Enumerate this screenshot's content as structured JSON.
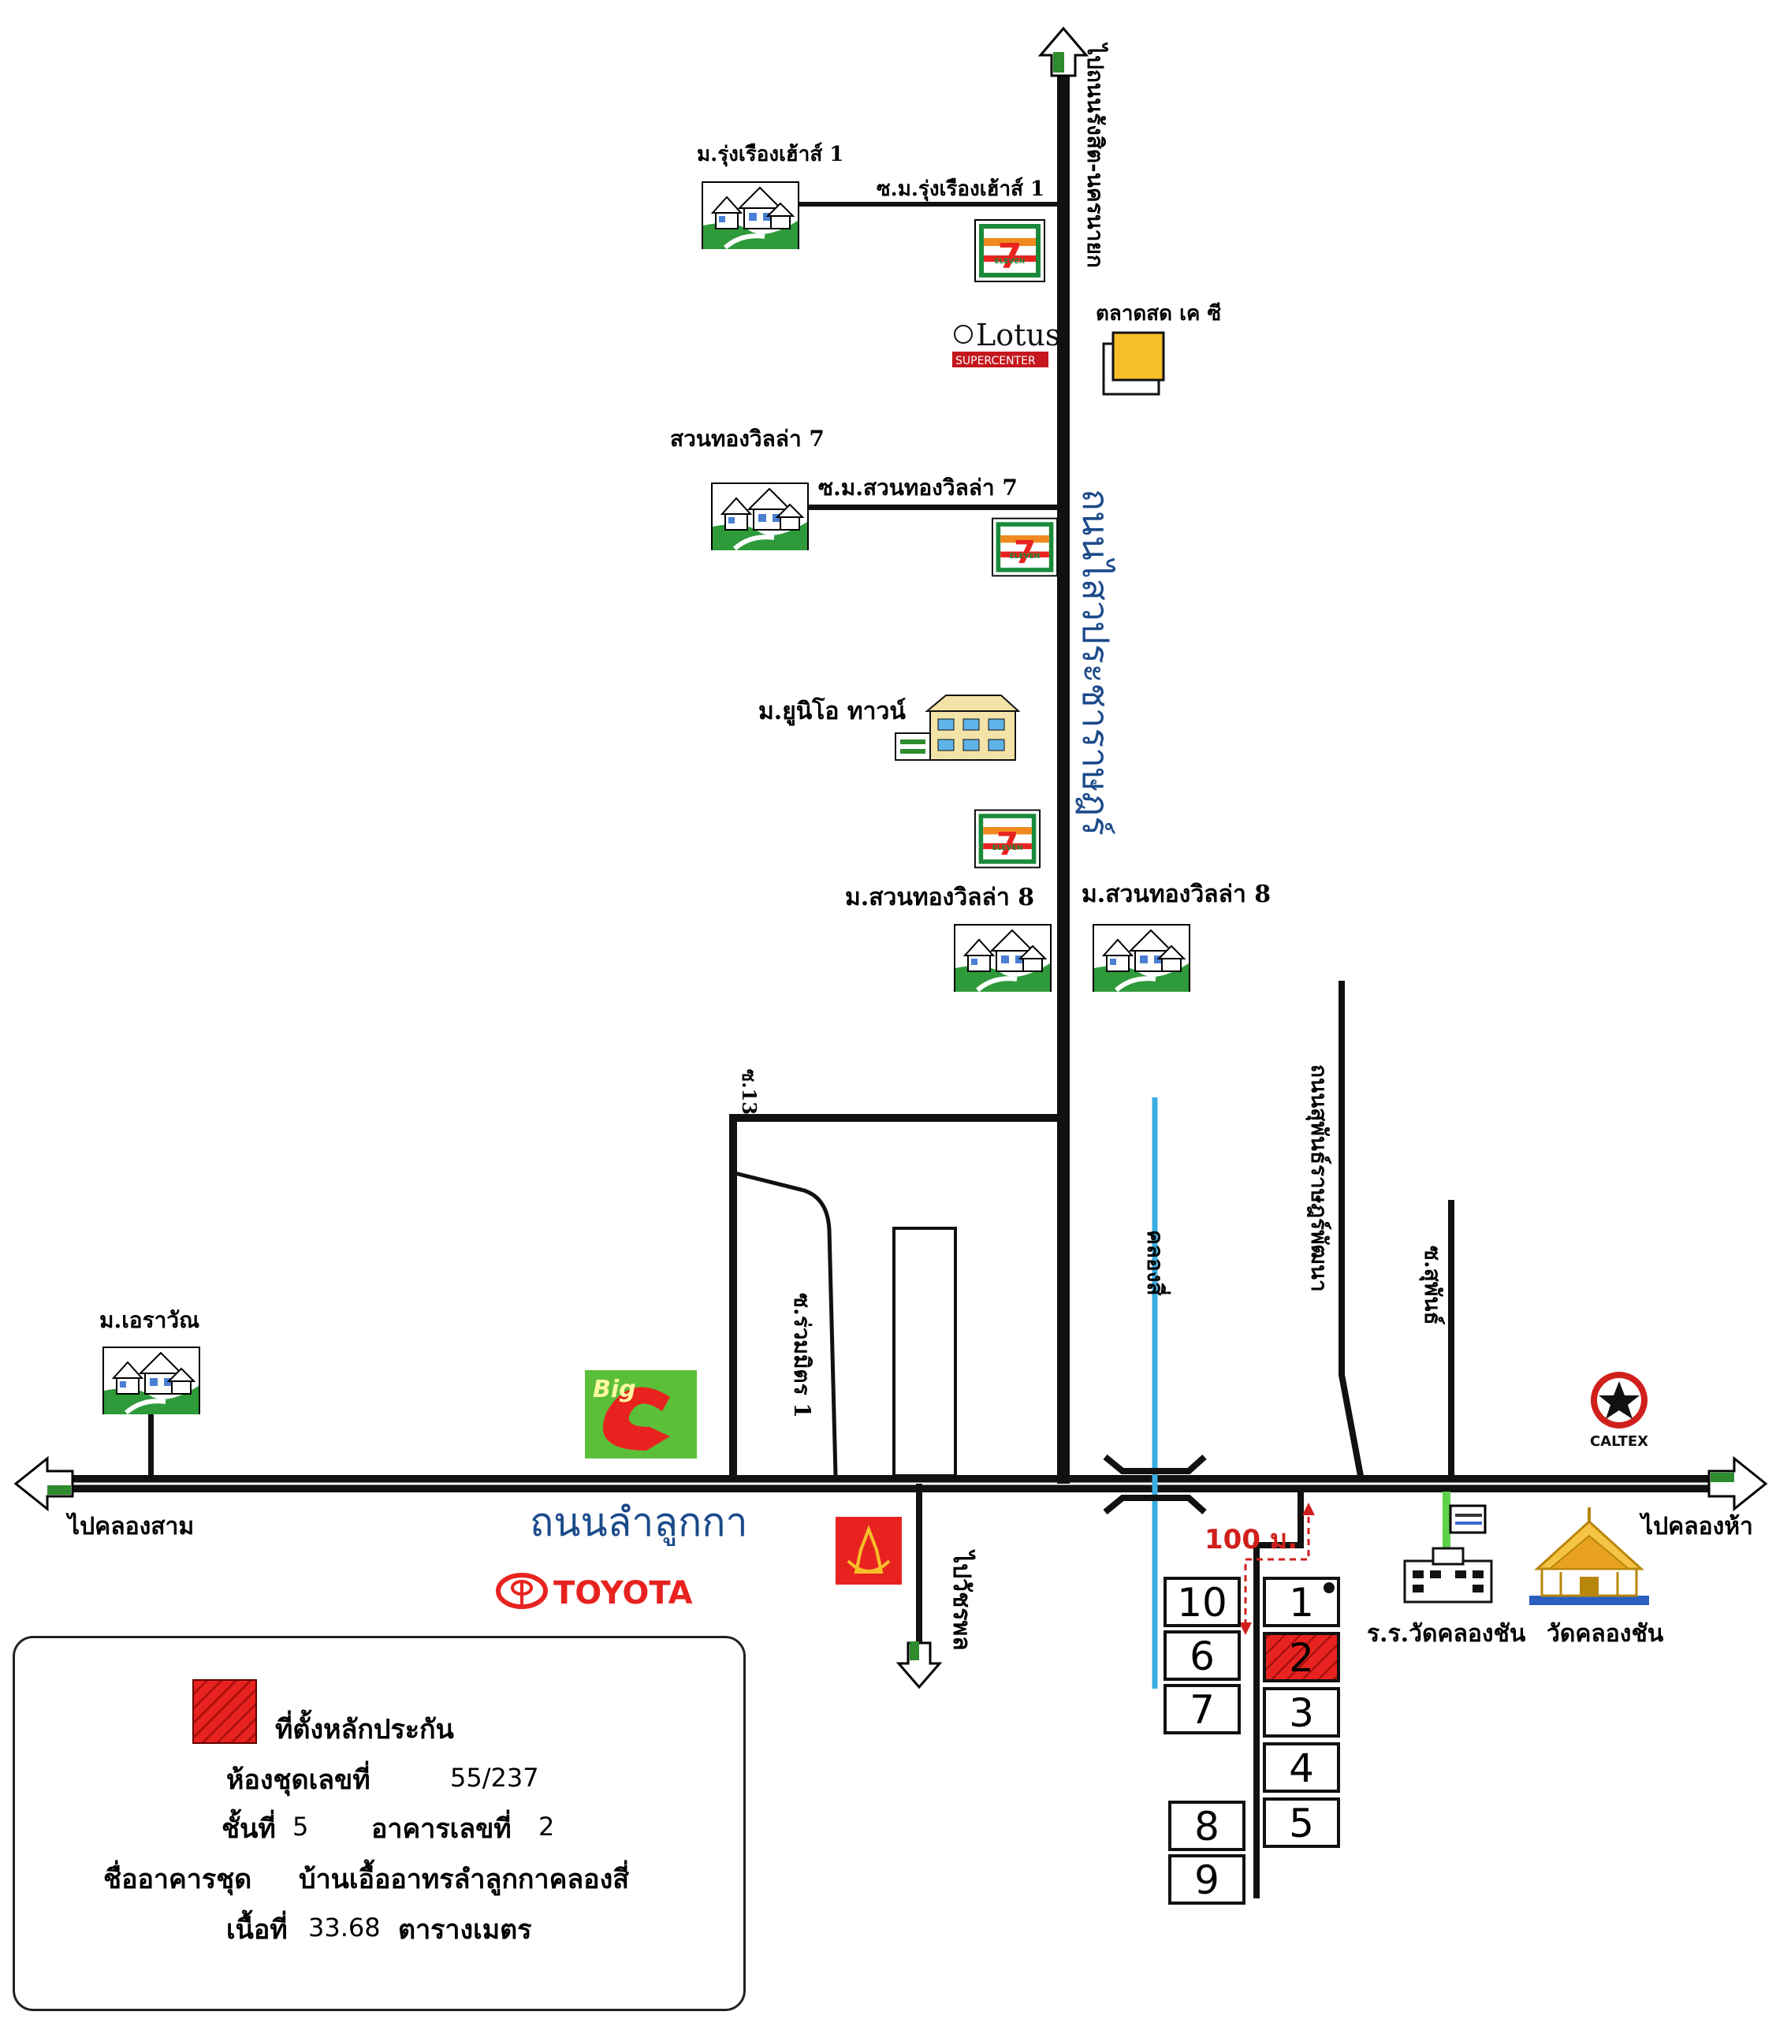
{
  "roads": {
    "main_road": "ถนนลำลูกกา",
    "north_road": "ถนนไสวประชาราษฎร์",
    "to_rangsit": "ไปถนนรังสิต-นครนายก",
    "to_klong_sam": "ไปคลองสาม",
    "to_klong_ha": "ไปคลองห้า",
    "to_wacharaphon": "ไปวัชรพล",
    "soi_13": "ซ.13",
    "soi_ruam_mit": "ซ.ร่วมมิตร 1",
    "khlong_si": "คลองสี่",
    "sukhaphiban_road": "ถนนสุพันธ์ราษฎร์พัฒนา",
    "soi_supan": "ซ.สุพันธ์",
    "soi_rung_rueang": "ซ.ม.รุ่งเรืองเฮ้าส์ 1",
    "soi_suan_thong": "ซ.ม.สวนทองวิลล่า 7"
  },
  "places": {
    "rung_rueang": "ม.รุ่งเรืองเฮ้าส์ 1",
    "suan_thong_7": "สวนทองวิลล่า 7",
    "market": "ตลาดสด เค ซี",
    "unio": "ม.ยูนิโอ ทาวน์",
    "suan_thong_8_left": "ม.สวนทองวิลล่า 8",
    "suan_thong_8_right": "ม.สวนทองวิลล่า 8",
    "erawan": "ม.เอราวัณ",
    "school": "ร.ร.วัดคลองชัน",
    "temple": "วัดคลองชัน",
    "distance": "100 ม."
  },
  "brands": {
    "seven_top": "7",
    "seven_sub": "ELEVEN",
    "lotus": "Lotus",
    "lotus_sub": "SUPERCENTER",
    "bigc": "Big",
    "toyota": "TOYOTA",
    "caltex": "CALTEX"
  },
  "buildings": [
    "10",
    "6",
    "7",
    "8",
    "9",
    "1",
    "2",
    "3",
    "4",
    "5"
  ],
  "highlighted_building": "2",
  "colors": {
    "highlight": "#e8231f",
    "canal": "#3aaee0",
    "road": "#111111",
    "green": "#2e8b2e"
  },
  "legend": {
    "title": "ที่ตั้งหลักประกัน",
    "room_label": "ห้องชุดเลขที่",
    "room_value": "55/237",
    "floor_label": "ชั้นที่",
    "floor_value": "5",
    "building_label": "อาคารเลขที่",
    "building_value": "2",
    "condo_label": "ชื่ออาคารชุด",
    "condo_value": "บ้านเอื้ออาทรลำลูกกาคลองสี่",
    "area_label": "เนื้อที่",
    "area_value": "33.68",
    "area_unit": "ตารางเมตร"
  }
}
